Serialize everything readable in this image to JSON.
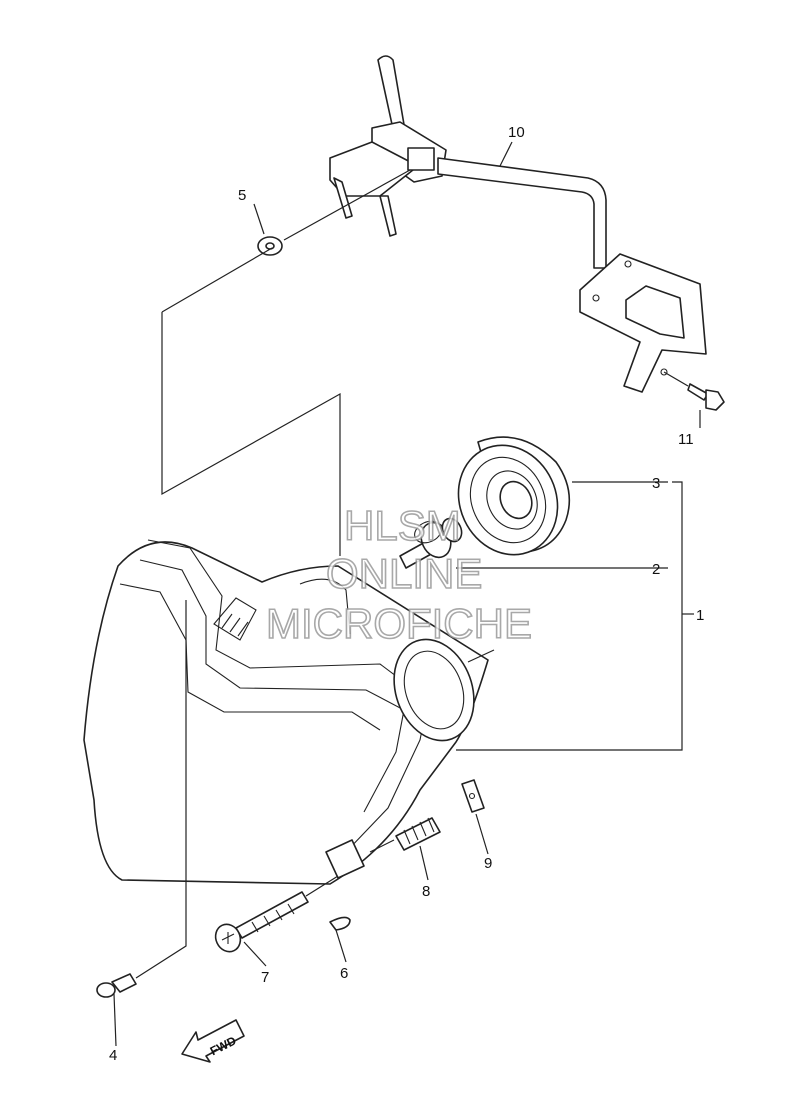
{
  "part_labels": {
    "p1": "1",
    "p2": "2",
    "p3": "3",
    "p4": "4",
    "p5": "5",
    "p6": "6",
    "p7": "7",
    "p8": "8",
    "p9": "9",
    "p10": "10",
    "p11": "11"
  },
  "watermark": {
    "line1": "HLSM",
    "line2": "ONLINE",
    "line3": "MICROFICHE"
  },
  "fwd_arrow": {
    "label": "FWD"
  }
}
